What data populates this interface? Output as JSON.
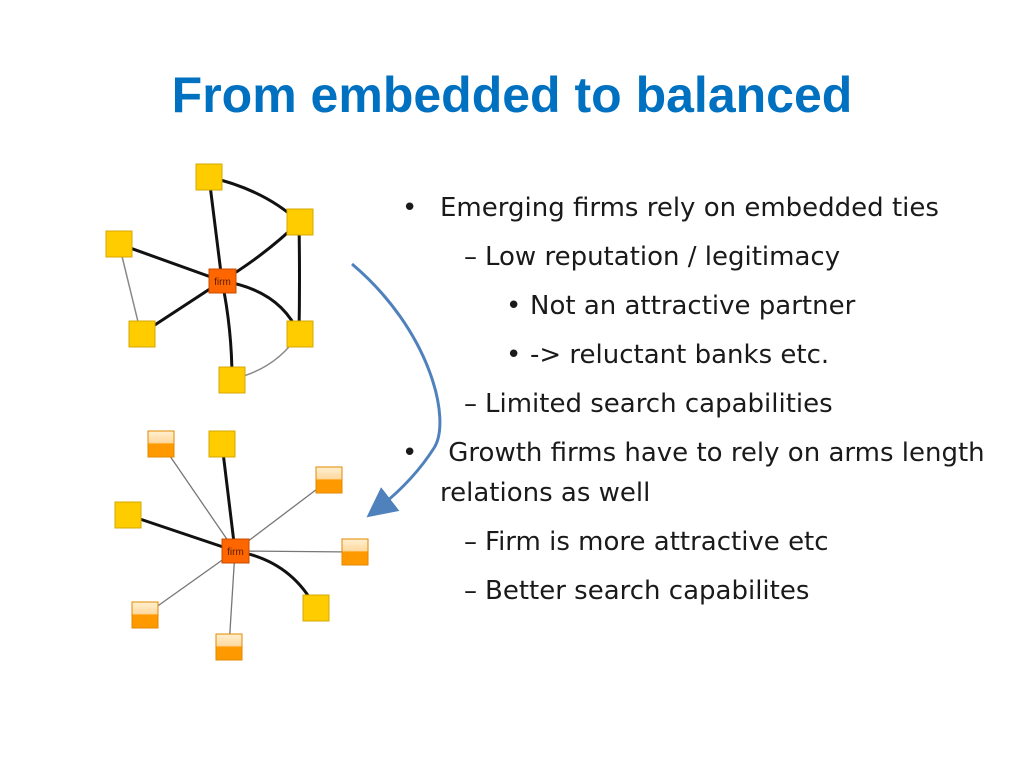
{
  "slide": {
    "title": "From embedded to balanced",
    "diagram": {
      "center_label_top": "firm",
      "center_label_bottom": "firm"
    },
    "bullets": [
      {
        "level": 0,
        "marker": "•",
        "text": "Emerging firms rely on embedded ties"
      },
      {
        "level": 1,
        "marker": "–",
        "text": "Low reputation / legitimacy"
      },
      {
        "level": 2,
        "marker": "•",
        "text": "Not an attractive partner"
      },
      {
        "level": 2,
        "marker": "•",
        "text": "-> reluctant banks etc."
      },
      {
        "level": 1,
        "marker": "–",
        "text": "Limited search capabilities"
      },
      {
        "level": 0,
        "marker": "•",
        "text": " Growth firms have to rely on arms length relations as well"
      },
      {
        "level": 1,
        "marker": "–",
        "text": "Firm is more attractive etc"
      },
      {
        "level": 1,
        "marker": "–",
        "text": "Better search capabilites"
      }
    ]
  },
  "colors": {
    "title": "#0070c0",
    "node_yellow": "#ffcc00",
    "node_orange": "#ff9900",
    "firm": "#ff6600",
    "arrow": "#4f81bd"
  }
}
